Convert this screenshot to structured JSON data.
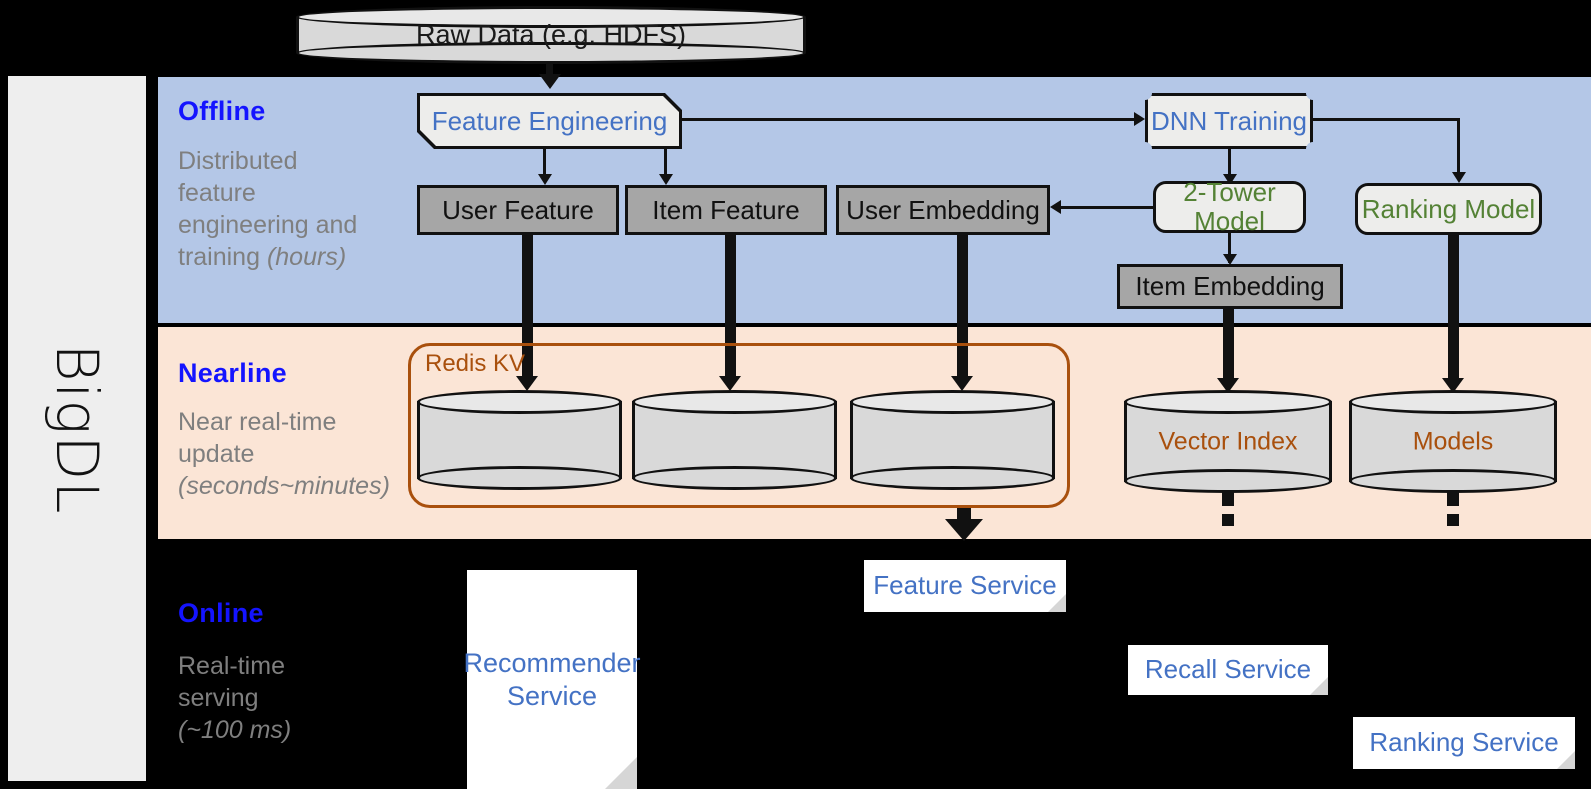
{
  "framework": {
    "name": "BigDL"
  },
  "source": {
    "label": "Raw Data (e.g. HDFS)"
  },
  "bands": {
    "offline": {
      "title": "Offline",
      "subtitle_line1": "Distributed",
      "subtitle_line2": "feature",
      "subtitle_line3": "engineering and",
      "subtitle_line4": "training ",
      "subtitle_emphasis": "(hours)",
      "bg_color": "#b4c7e7",
      "nodes": {
        "feature_engineering": "Feature Engineering",
        "dnn_training": "DNN Training",
        "user_feature": "User Feature",
        "item_feature": "Item Feature",
        "user_embedding": "User Embedding",
        "two_tower_model": "2-Tower Model",
        "ranking_model": "Ranking Model",
        "item_embedding": "Item Embedding"
      }
    },
    "nearline": {
      "title": "Nearline",
      "subtitle_line1": "Near real-time",
      "subtitle_line2": "update",
      "subtitle_emphasis": "(seconds~minutes)",
      "bg_color": "#fbe5d6",
      "store_group_label": "Redis KV",
      "stores": [
        {
          "label": ""
        },
        {
          "label": ""
        },
        {
          "label": ""
        }
      ],
      "nodes": {
        "vector_index": "Vector Index",
        "models": "Models"
      }
    },
    "online": {
      "title": "Online",
      "subtitle_line1": "Real-time",
      "subtitle_line2": "serving",
      "subtitle_emphasis": "(~100 ms)",
      "bg_color": "#000000",
      "services": {
        "recommender_line1": "Recommender",
        "recommender_line2": "Service",
        "feature_service": "Feature Service",
        "recall_service": "Recall Service",
        "ranking_service": "Ranking Service"
      }
    }
  },
  "colors": {
    "title_blue": "#1414ff",
    "node_blue": "#4472c4",
    "model_green": "#548235",
    "store_orange": "#a9500d",
    "gray_box": "#a6a6a6",
    "subtitle_gray": "#7f7f7f"
  }
}
